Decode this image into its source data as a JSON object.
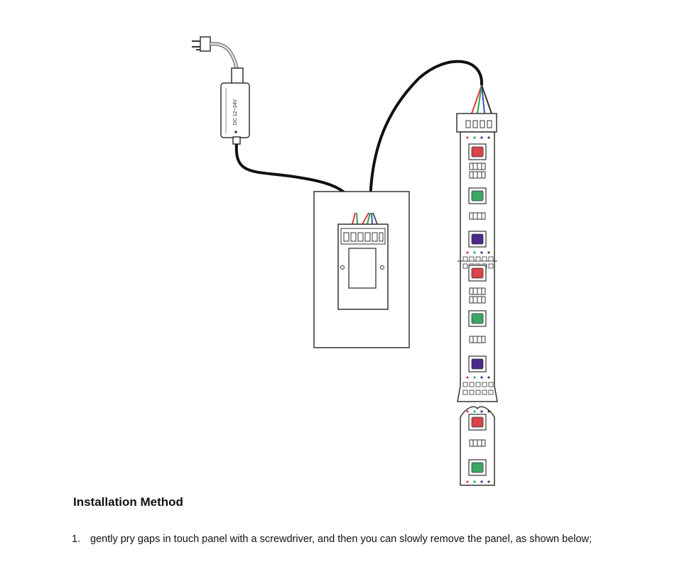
{
  "diagram": {
    "power_adapter_label": "DC 12~24V",
    "led_colors": {
      "red": "#d9444a",
      "green": "#3aa864",
      "blue": "#4a2a8a",
      "wire_red": "#e23a3a",
      "wire_green": "#2ea04a",
      "wire_blue": "#3a52c8",
      "cable": "#111111"
    }
  },
  "section": {
    "heading": "Installation Method"
  },
  "steps": [
    {
      "number": "1.",
      "text": "gently pry gaps in touch panel with a screwdriver, and then you can slowly remove the panel, as shown below;"
    }
  ]
}
